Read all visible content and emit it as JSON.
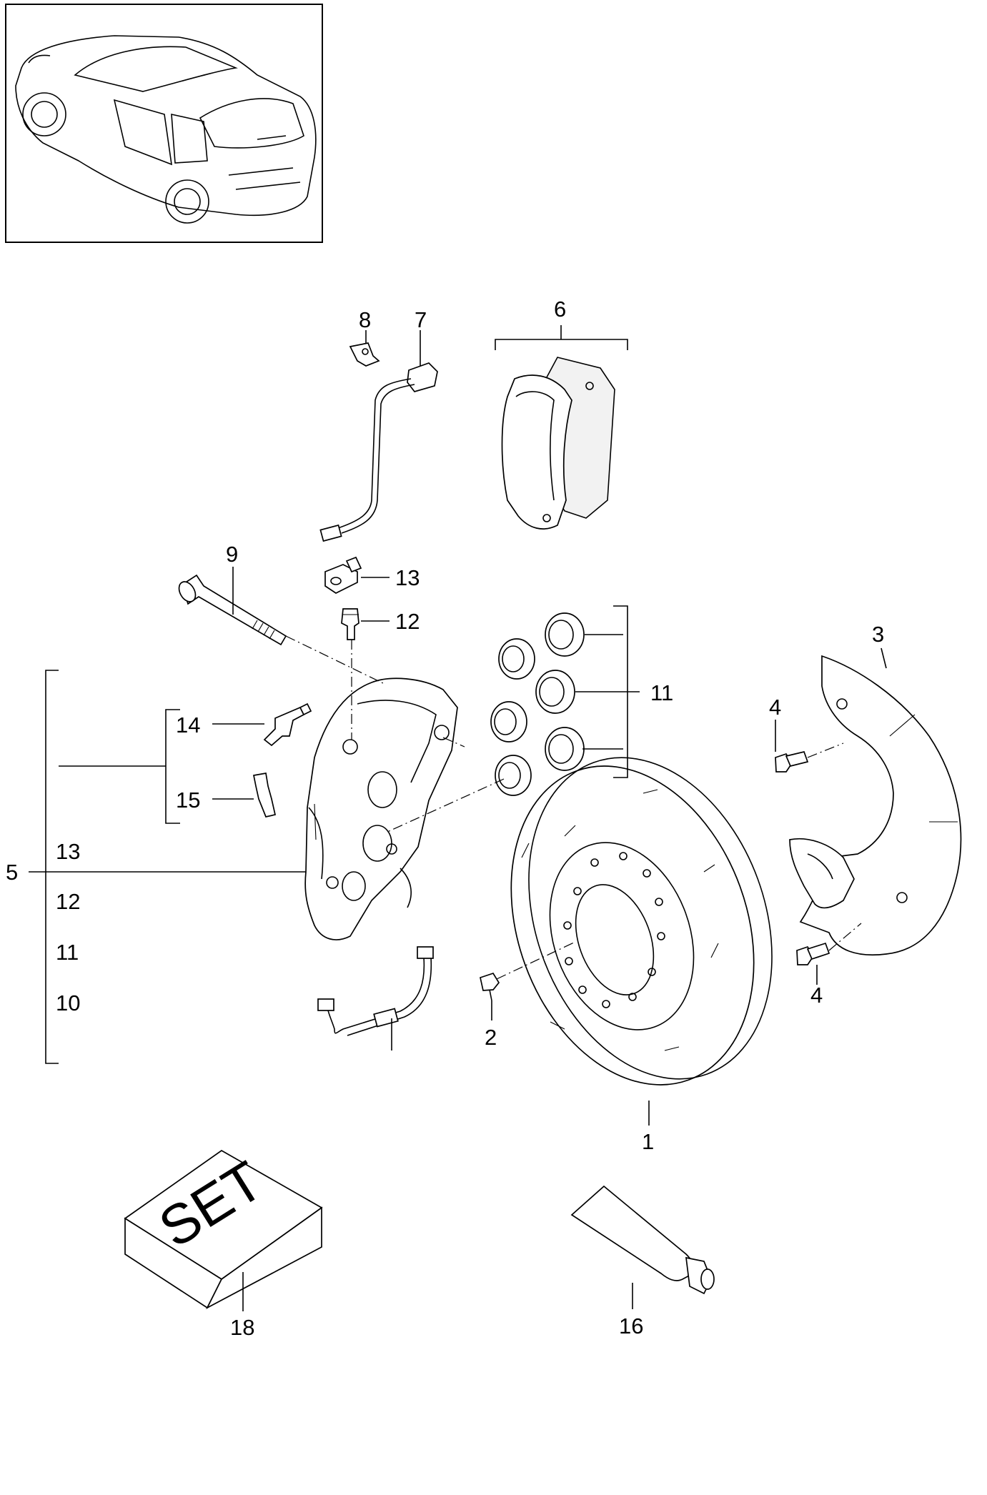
{
  "callouts": {
    "c1": "1",
    "c2": "2",
    "c3": "3",
    "c4a": "4",
    "c4b": "4",
    "c5": "5",
    "c6": "6",
    "c7": "7",
    "c8": "8",
    "c9": "9",
    "c11": "11",
    "c12": "12",
    "c13": "13",
    "c14": "14",
    "c15": "15",
    "c16": "16",
    "c18": "18",
    "g13": "13",
    "g12": "12",
    "g11": "11",
    "g10": "10"
  },
  "set_box_text": "SET"
}
